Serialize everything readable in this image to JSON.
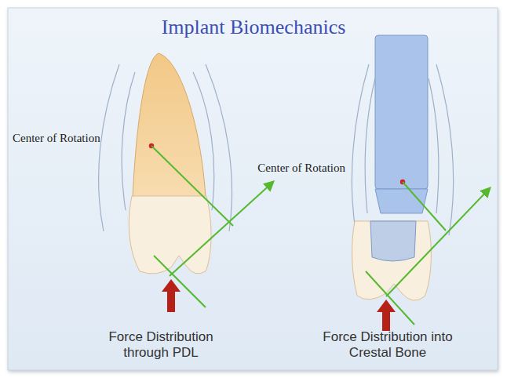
{
  "diagram": {
    "title": "Implant Biomechanics",
    "labels": [
      "Center of Rotation",
      "Force Distribution through PDL",
      "Center of Rotation",
      "Force Distribution into Crestal Bone"
    ]
  }
}
